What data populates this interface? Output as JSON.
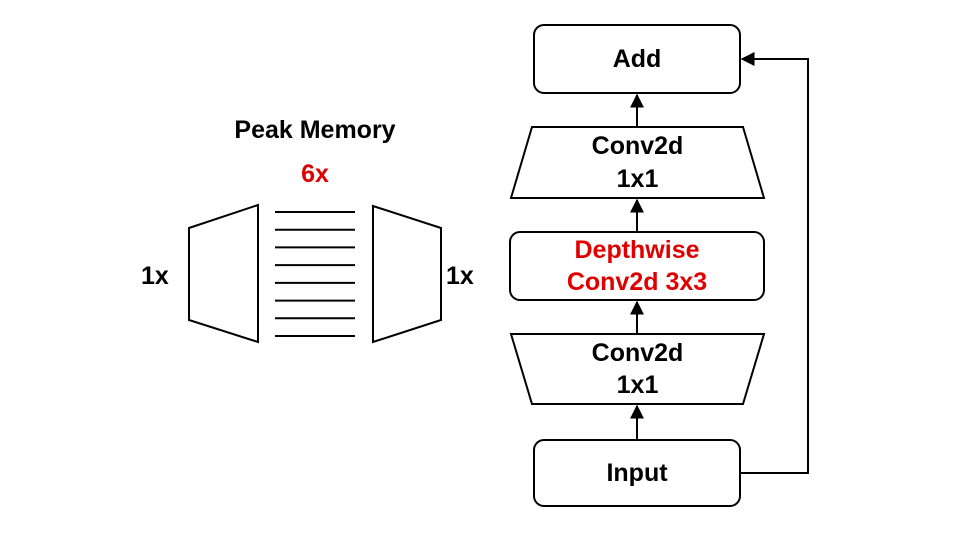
{
  "colors": {
    "stroke": "#000000",
    "text": "#000000",
    "highlight": "#e00000",
    "background": "#ffffff"
  },
  "memory_diagram": {
    "title": "Peak Memory",
    "peak_value": "6x",
    "input_ratio": "1x",
    "output_ratio": "1x",
    "expanded_line_count": 8
  },
  "block_diagram": {
    "add": {
      "label": "Add"
    },
    "conv_top": {
      "line1": "Conv2d",
      "line2": "1x1"
    },
    "depthwise": {
      "line1": "Depthwise",
      "line2": "Conv2d 3x3"
    },
    "conv_bottom": {
      "line1": "Conv2d",
      "line2": "1x1"
    },
    "input": {
      "label": "Input"
    }
  }
}
